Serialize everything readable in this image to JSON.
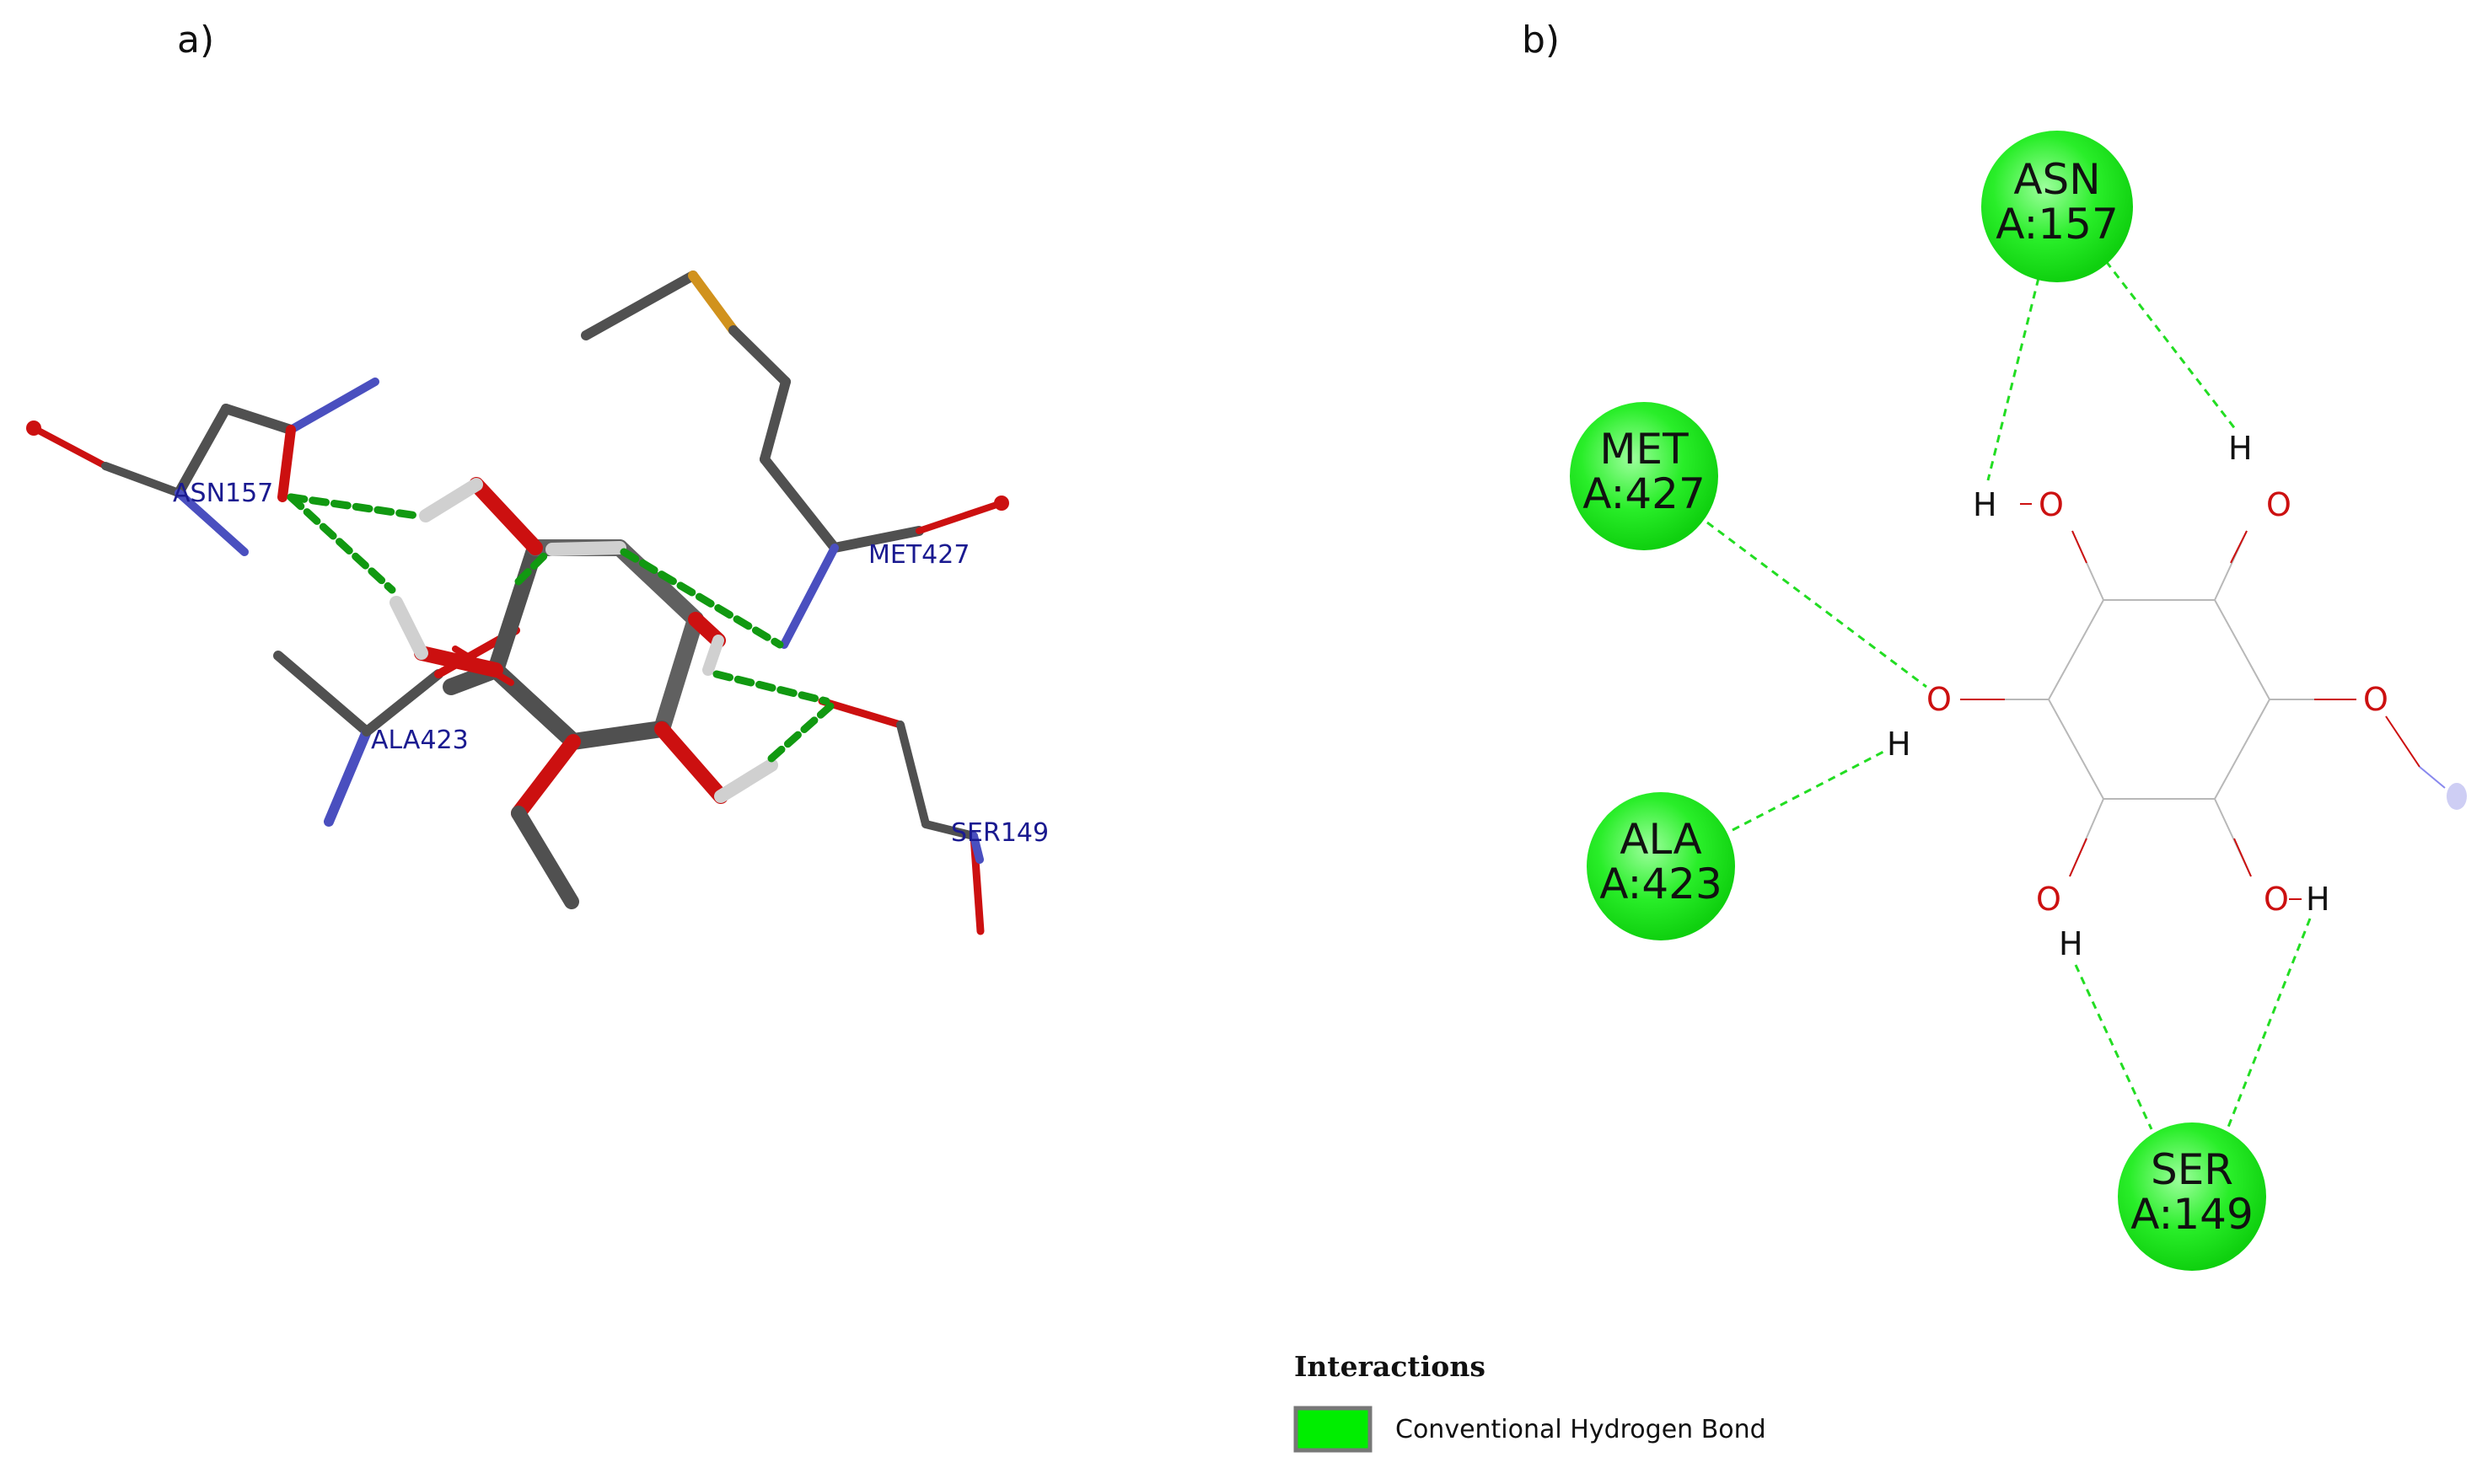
{
  "panels": {
    "a": {
      "label": "a)",
      "residues": [
        "ASN157",
        "MET427",
        "ALA423",
        "SER149"
      ]
    },
    "b": {
      "label": "b)",
      "residues": [
        {
          "name": "ASN",
          "chain": "A:157"
        },
        {
          "name": "MET",
          "chain": "A:427"
        },
        {
          "name": "ALA",
          "chain": "A:423"
        },
        {
          "name": "SER",
          "chain": "A:149"
        }
      ],
      "atoms": {
        "oxygen": "O",
        "hydrogen": "H"
      }
    }
  },
  "legend": {
    "title": "Interactions",
    "items": [
      {
        "label": "Conventional Hydrogen Bond",
        "color": "#00ee00"
      }
    ]
  },
  "colors": {
    "carbon": "#505050",
    "oxygen": "#cc1010",
    "nitrogen": "#4a4fbf",
    "sulfur": "#d1921d",
    "hydrogen": "#d0d0d0",
    "hbond_3d": "#119911",
    "hbond_2d": "#22dd22",
    "residue_green": "#11ee11",
    "residue_label": "#1a1a90"
  }
}
